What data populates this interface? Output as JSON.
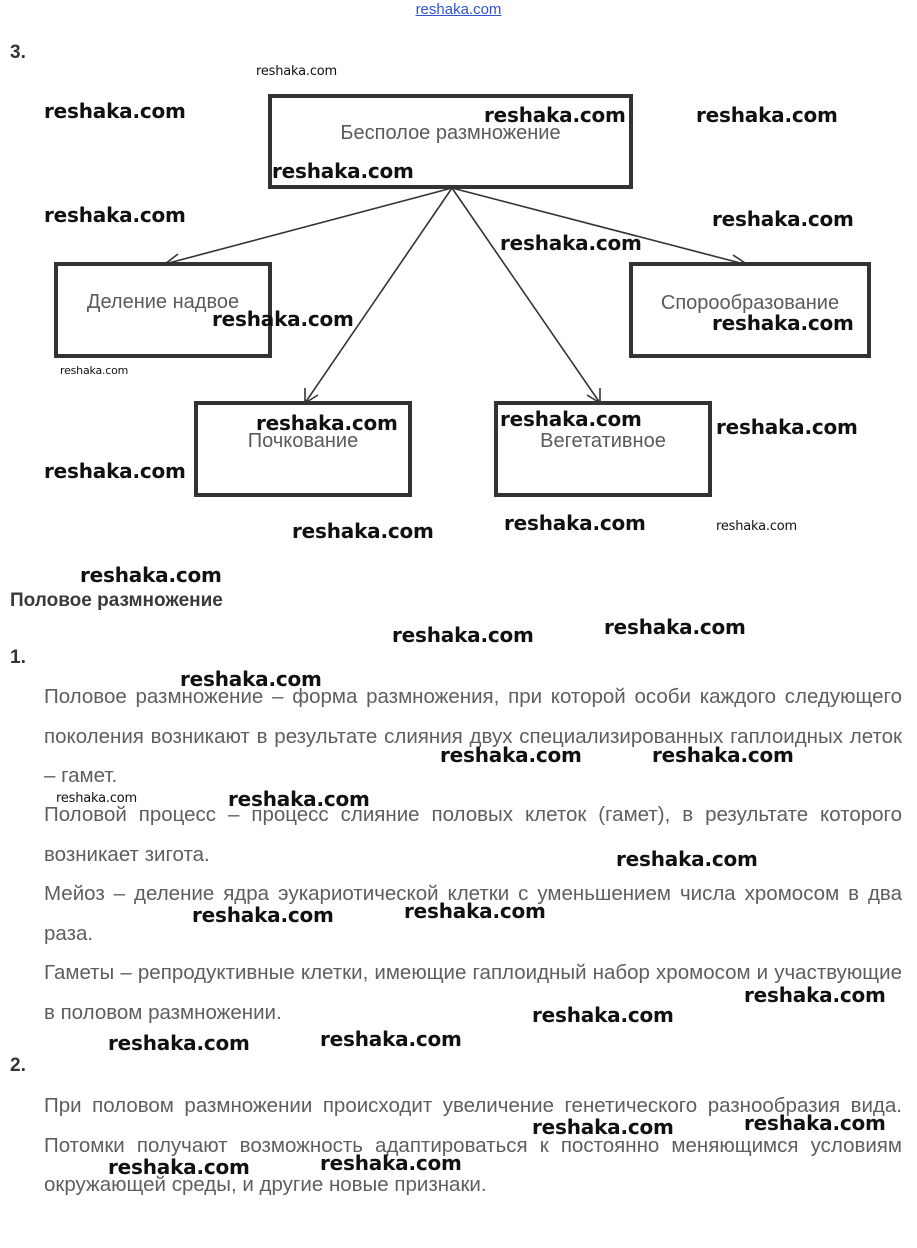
{
  "header": {
    "site": "reshaka.com"
  },
  "diagram": {
    "number": "3.",
    "root": "Бесполое размножение",
    "children": [
      "Деление надвое",
      "Почкование",
      "Вегетативное",
      "Спорообразование"
    ]
  },
  "sexual": {
    "title": "Половое размножение",
    "q1": {
      "number": "1.",
      "paragraphs": [
        "Половое размножение – форма размножения, при которой особи каждого следующего поколения возникают в результате слияния двух специализированных гаплоидных леток – гамет.",
        "Половой процесс – процесс слияние половых клеток (гамет), в результате которого возникает зигота.",
        "Мейоз – деление ядра эукариотической клетки с уменьшением числа хромосом в два раза.",
        "Гаметы – репродуктивные клетки, имеющие гаплоидный набор хромосом и участвующие в половом размножении."
      ]
    },
    "q2": {
      "number": "2.",
      "paragraphs": [
        "При половом размножении происходит увеличение генетического разнообразия вида. Потомки получают возможность адаптироваться к постоянно меняющимся условиям окружающей среды, и другие новые признаки."
      ]
    }
  },
  "watermark": {
    "text": "reshaka.com"
  }
}
